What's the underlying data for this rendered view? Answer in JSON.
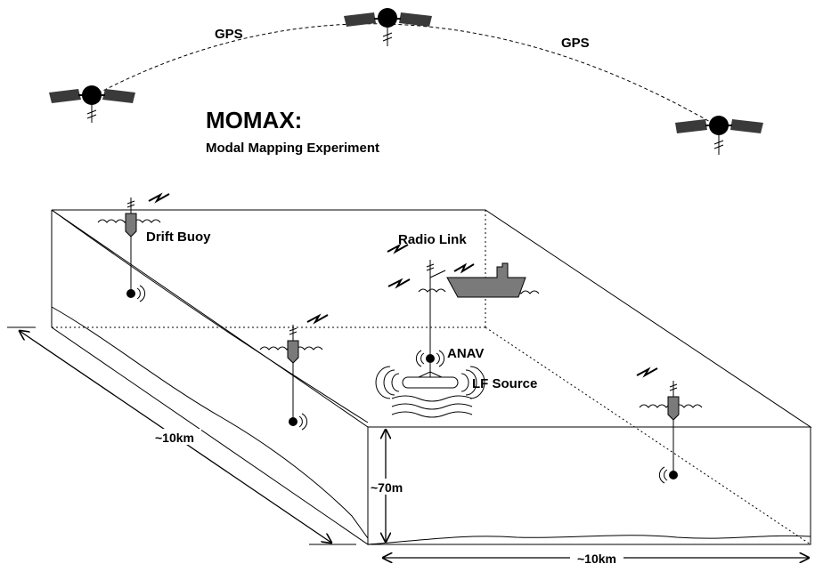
{
  "title": "MOMAX:",
  "subtitle": "Modal Mapping Experiment",
  "labels": {
    "gps_left": "GPS",
    "gps_right": "GPS",
    "drift_buoy": "Drift Buoy",
    "radio_link": "Radio Link",
    "anav": "ANAV",
    "lf_source": "LF Source",
    "depth": "~70m",
    "length_left": "~10km",
    "length_bottom": "~10km"
  },
  "colors": {
    "ink": "#000000",
    "body_gray": "#7a7a7a",
    "panel_dark": "#3a3a3a"
  }
}
